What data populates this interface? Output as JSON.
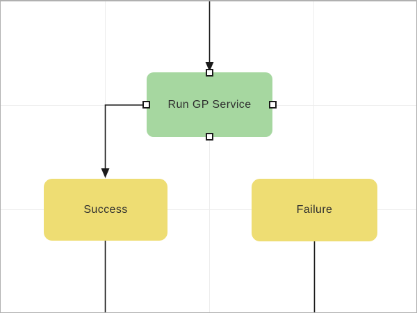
{
  "colors": {
    "canvas-bg": "#ffffff",
    "canvas-border": "#b0b0b0",
    "gridline": "#ededed",
    "node-green": "#a6d7a0",
    "node-yellow": "#eedd73",
    "node-text": "#2f2f2f",
    "connector": "#1a1a1a",
    "handle-fill": "#ffffff",
    "handle-border": "#1a1a1a"
  },
  "diagram": {
    "nodes": [
      {
        "id": "run-gp-service",
        "label": "Run GP Service",
        "shape": "rounded-rectangle",
        "fill": "green",
        "selected": true,
        "handles": [
          "top",
          "bottom",
          "left",
          "right"
        ]
      },
      {
        "id": "success",
        "label": "Success",
        "shape": "rounded-rectangle",
        "fill": "yellow",
        "selected": false
      },
      {
        "id": "failure",
        "label": "Failure",
        "shape": "rounded-rectangle",
        "fill": "yellow",
        "selected": false
      }
    ],
    "connectors": [
      {
        "from": "offscreen-top",
        "to": "run-gp-service",
        "style": "straight",
        "arrowhead": true
      },
      {
        "from": "run-gp-service-left",
        "to": "success",
        "style": "elbow",
        "arrowhead": true
      },
      {
        "from": "success",
        "to": "offscreen-bottom",
        "style": "straight",
        "arrowhead": false
      },
      {
        "from": "failure",
        "to": "offscreen-bottom",
        "style": "straight",
        "arrowhead": false
      }
    ]
  }
}
